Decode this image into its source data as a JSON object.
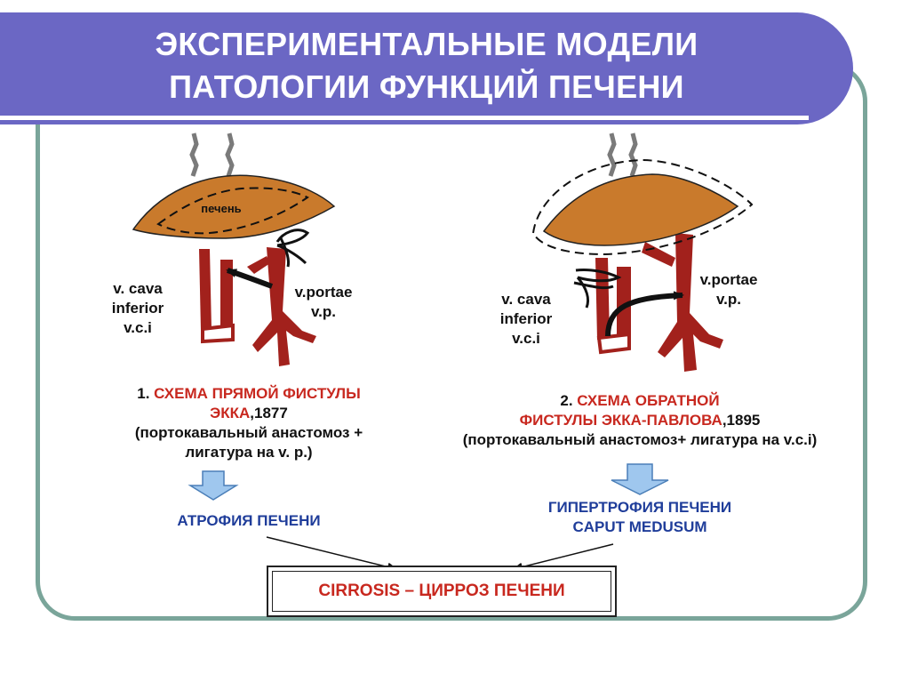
{
  "title": {
    "line1": "ЭКСПЕРИМЕНТАЛЬНЫЕ МОДЕЛИ",
    "line2": "ПАТОЛОГИИ ФУНКЦИЙ ПЕЧЕНИ"
  },
  "left_diagram": {
    "liver_label": "печень",
    "vci_label": [
      "v. cava",
      "inferior",
      "v.c.i"
    ],
    "vp_label": [
      "v.portae",
      "v.p."
    ]
  },
  "right_diagram": {
    "vci_label": [
      "v. cava",
      "inferior",
      "v.c.i"
    ],
    "vp_label": [
      "v.portae",
      "v.p."
    ]
  },
  "scheme1": {
    "number": "1. ",
    "name_part1": "СХЕМА ПРЯМОЙ ФИСТУЛЫ",
    "name_part2": "ЭККА",
    "year": ",1877",
    "desc1": "(портокавальный анастомоз +",
    "desc2": "лигатура на v. p.)"
  },
  "scheme2": {
    "number": "2. ",
    "name_part1": "СХЕМА ОБРАТНОЙ",
    "name_part2": "ФИСТУЛЫ ЭККА-ПАВЛОВА",
    "year": ",1895",
    "desc1": "(портокавальный анастомоз+ лигатура на  v.c.i)"
  },
  "results": {
    "left": "АТРОФИЯ ПЕЧЕНИ",
    "right_line1": "ГИПЕРТРОФИЯ ПЕЧЕНИ",
    "right_line2": "CAPUT  MEDUSUM"
  },
  "outcome": "CIRROSIS – ЦИРРОЗ ПЕЧЕНИ",
  "colors": {
    "title_band": "#6b67c4",
    "frame": "#7aa59a",
    "liver": "#c97a2c",
    "vessel": "#a2211c",
    "red_text": "#c8281f",
    "blue_text": "#1f3d9a",
    "down_arrow_fill": "#9fc7ee"
  }
}
